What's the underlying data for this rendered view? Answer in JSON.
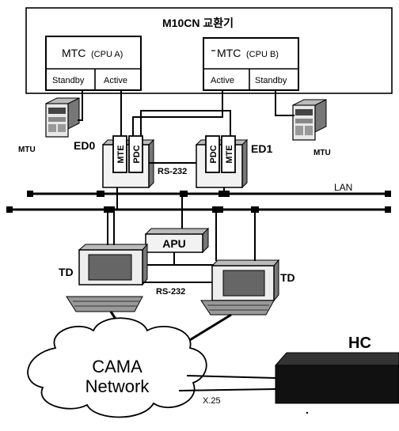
{
  "switch": {
    "title": "M10CN 교환기",
    "mtc_a": {
      "name": "MTC",
      "cpu": "(CPU A)",
      "left": "Standby",
      "right": "Active"
    },
    "mtc_b": {
      "name": "MTC",
      "cpu": "(CPU B)",
      "left": "Active",
      "right": "Standby"
    }
  },
  "mtu_left": "MTU",
  "mtu_right": "MTU",
  "ed0": {
    "label": "ED0",
    "mte": "MTE",
    "pdc": "PDC"
  },
  "ed1": {
    "label": "ED1",
    "pdc": "PDC",
    "mte": "MTE"
  },
  "rs232_top": "RS-232",
  "lan": "LAN",
  "apu": "APU",
  "td_left": "TD",
  "td_right": "TD",
  "rs232_bottom": "RS-232",
  "cama": {
    "line1": "CAMA",
    "line2": "Network"
  },
  "x25": "X.25",
  "hc": "HC"
}
